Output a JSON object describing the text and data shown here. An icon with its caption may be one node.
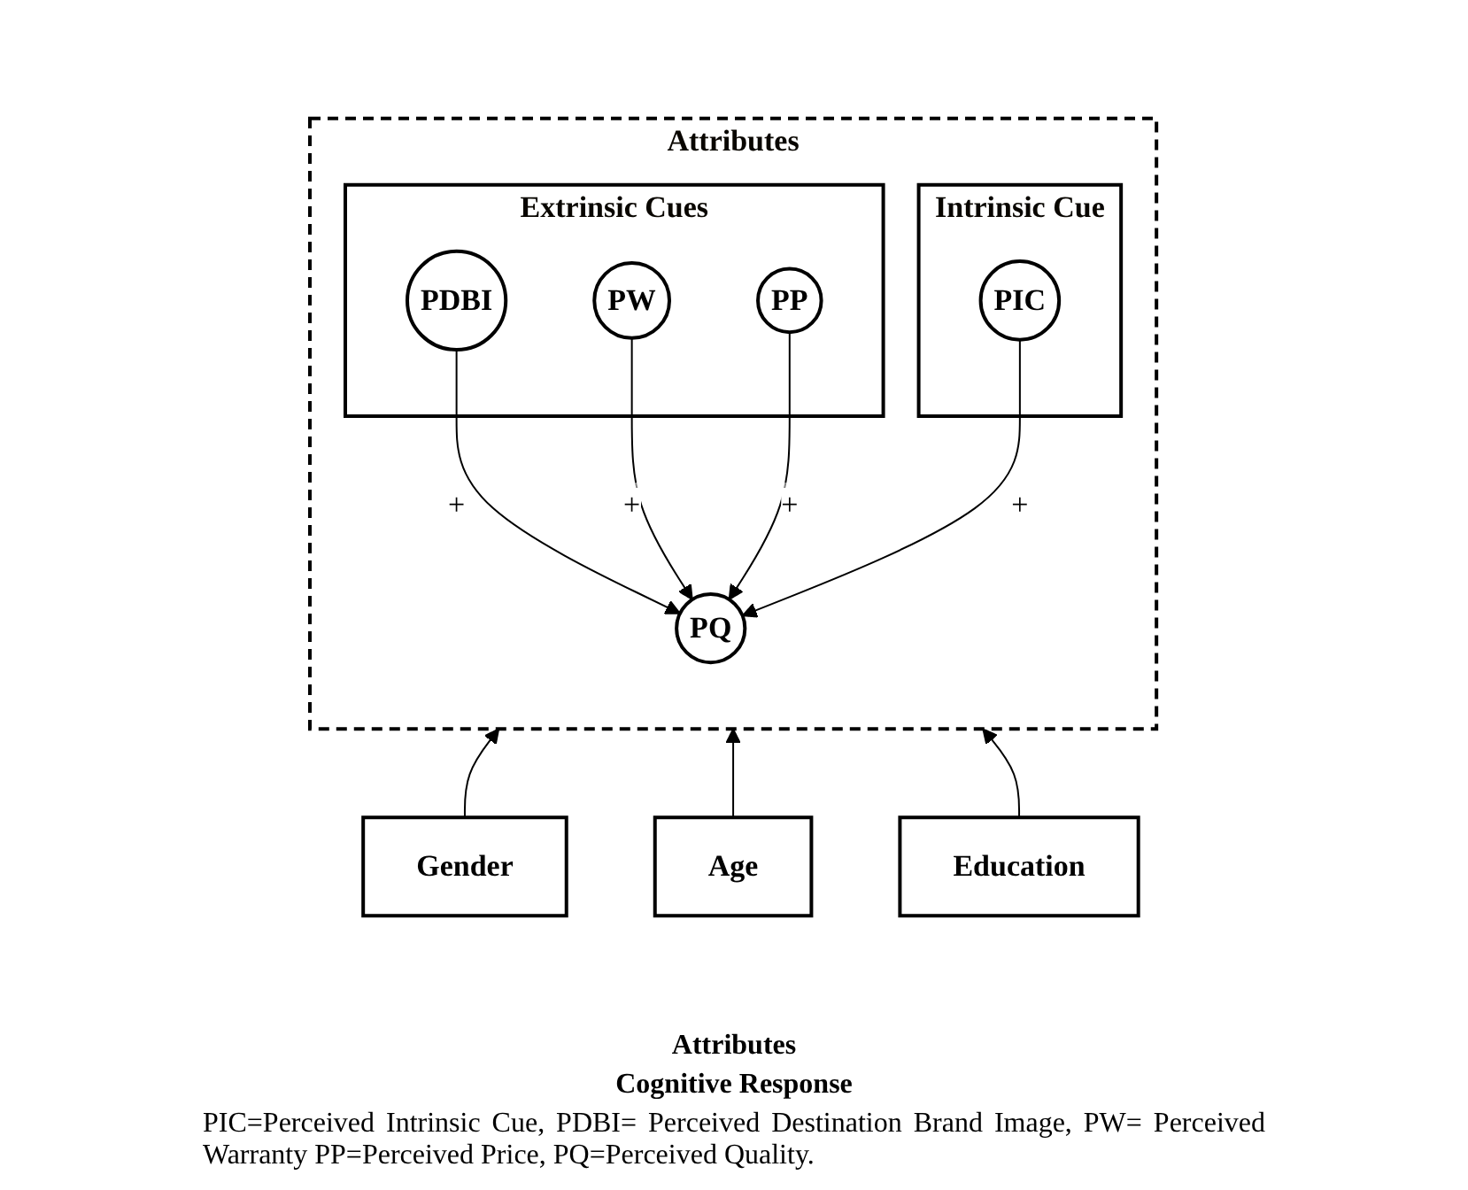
{
  "diagram": {
    "nodes": [
      {
        "text": [
          "Attributes"
        ]
      },
      {
        "text": [
          "Extrinsic Cues"
        ],
        "in": 0
      },
      {
        "text": [
          "PDBI"
        ],
        "in": 1
      },
      {
        "text": [
          "PW"
        ],
        "in": 1
      },
      {
        "text": [
          "PP"
        ],
        "in": 1
      },
      {
        "text": [
          "PQ"
        ],
        "in": 0
      },
      {
        "text": [
          "Intrinsic Cue"
        ],
        "in": 0
      },
      {
        "text": [
          "PIC"
        ],
        "in": 6
      },
      {
        "text": [
          "Gender"
        ]
      },
      {
        "text": [
          "Age"
        ]
      },
      {
        "text": [
          "Education"
        ]
      }
    ],
    "edges": [
      {
        "from": 2,
        "to": 5,
        "arrow": "to",
        "label": "+"
      },
      {
        "from": 3,
        "to": 5,
        "arrow": "to",
        "label": "+"
      },
      {
        "from": 4,
        "to": 5,
        "arrow": "to",
        "label": "+"
      },
      {
        "from": 7,
        "to": 5,
        "arrow": "to",
        "label": "+"
      },
      {
        "from": 8,
        "to": 0,
        "arrow": "to"
      },
      {
        "from": 9,
        "to": 0,
        "arrow": "to"
      },
      {
        "from": 10,
        "to": 0,
        "arrow": "to"
      }
    ],
    "labels": [
      "Attributes",
      "Cognitive Response",
      "PIC=Perceived Intrinsic Cue, PDBI= Perceived Destination Brand Image, PW= Perceived Warranty PP=Perceived Price, PQ=Perceived Quality."
    ]
  }
}
